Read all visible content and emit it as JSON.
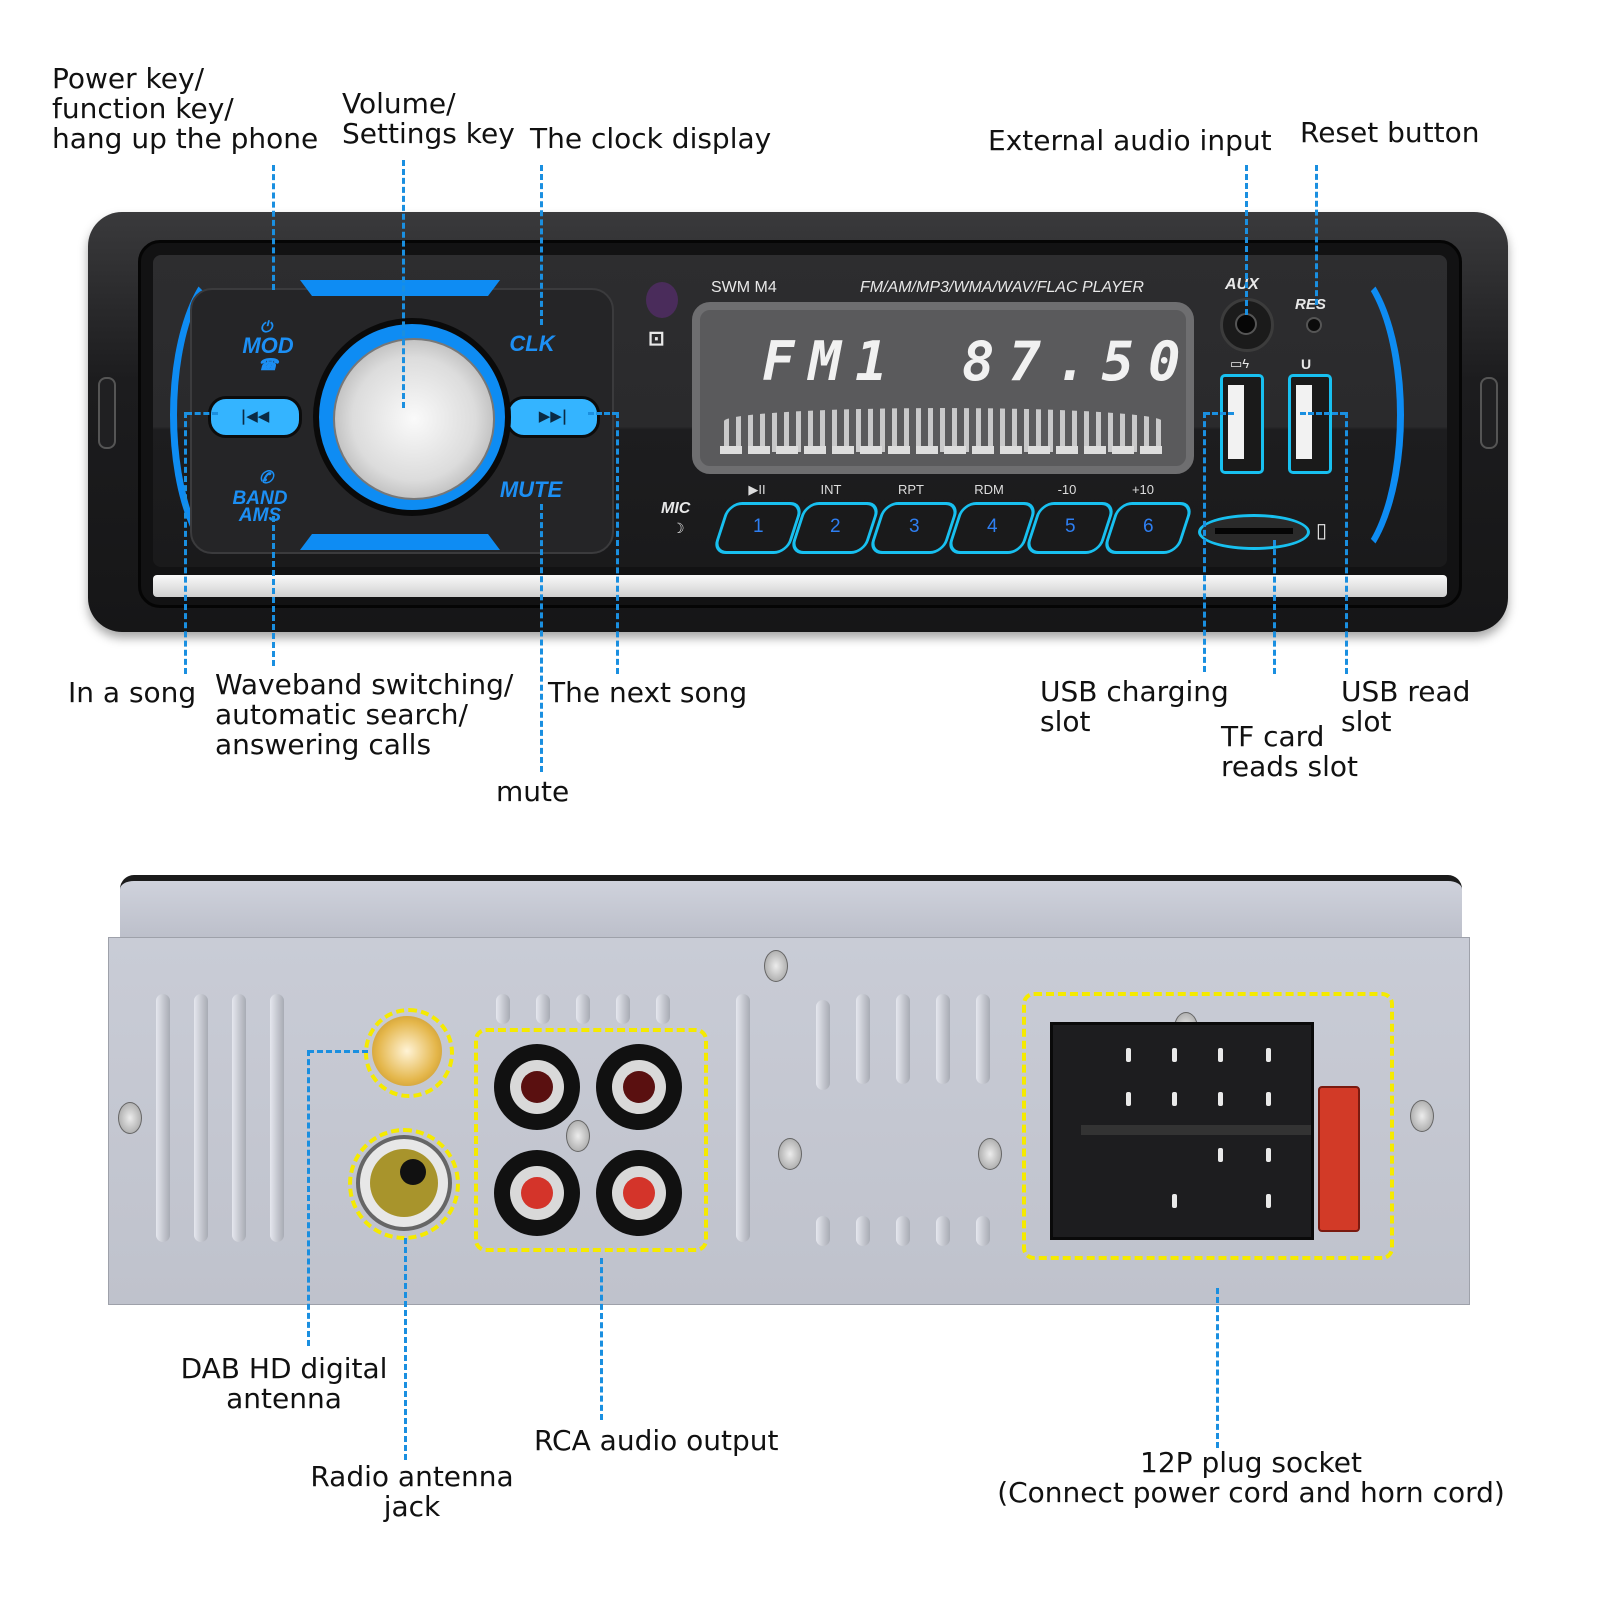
{
  "labels": {
    "power_key": "Power key/\nfunction key/\nhang up the phone",
    "volume_key": "Volume/\nSettings key",
    "clock_display": "The clock display",
    "external_audio": "External audio input",
    "reset_button": "Reset button",
    "prev_song": "In a song",
    "waveband": "Waveband switching/\nautomatic search/\nanswering calls",
    "mute": "mute",
    "next_song": "The next song",
    "usb_charging": "USB charging\nslot",
    "tf_card": "TF card\nreads slot",
    "usb_read": "USB read\nslot",
    "dab_antenna": "DAB HD digital\nantenna",
    "radio_antenna": "Radio antenna\njack",
    "rca_output": "RCA audio output",
    "plug_socket": "12P plug socket\n(Connect power cord and horn cord)"
  },
  "device": {
    "model": "SWM  M4",
    "formats": "FM/AM/MP3/WMA/WAV/FLAC  PLAYER",
    "display_band": "FM1",
    "display_freq": "87.50",
    "buttons": {
      "mod": "MOD",
      "clk": "CLK",
      "band": "BAND\nAMS",
      "mute": "MUTE",
      "prev_glyph": "|◀◀",
      "next_glyph": "▶▶|"
    },
    "mic": "MIC",
    "aux": "AUX",
    "res": "RES",
    "usb_u": "U",
    "presets": [
      {
        "num": "1",
        "func": "▶II"
      },
      {
        "num": "2",
        "func": "INT"
      },
      {
        "num": "3",
        "func": "RPT"
      },
      {
        "num": "4",
        "func": "RDM"
      },
      {
        "num": "5",
        "func": "-10"
      },
      {
        "num": "6",
        "func": "+10"
      }
    ]
  },
  "colors": {
    "accent_blue": "#0e8cf3",
    "leader_blue": "#1a8fe0",
    "highlight_yellow": "#f5ea00"
  }
}
